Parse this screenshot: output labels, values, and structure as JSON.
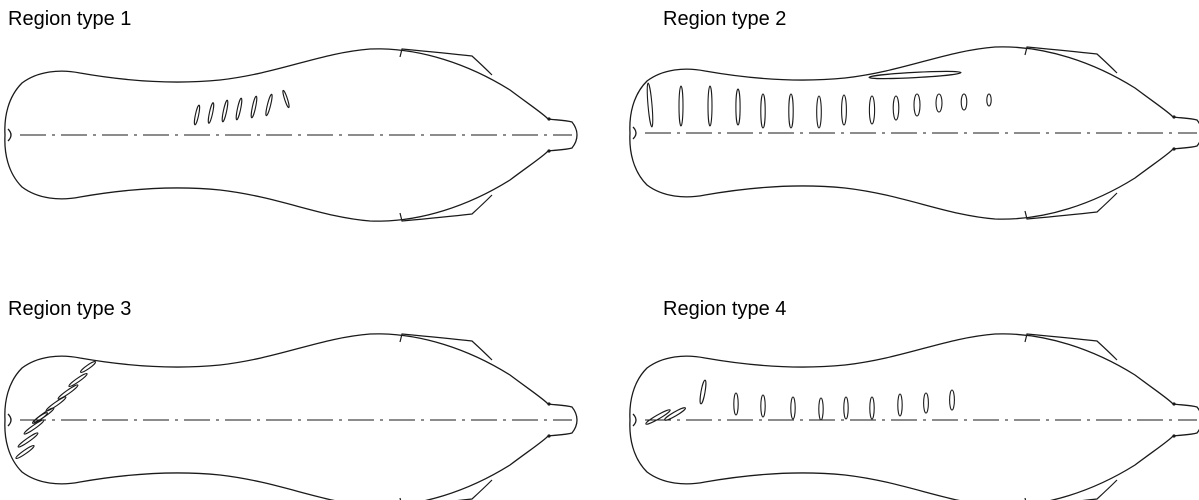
{
  "panels": [
    {
      "title": "Region type 1",
      "pattern": "mid-dorsal slits, 7 inclined"
    },
    {
      "title": "Region type 2",
      "pattern": "full-length row of 14 slits plus one long slot"
    },
    {
      "title": "Region type 3",
      "pattern": "forward diagonal slits, 9"
    },
    {
      "title": "Region type 4",
      "pattern": "inclined front pair plus row of vertical slits"
    }
  ]
}
